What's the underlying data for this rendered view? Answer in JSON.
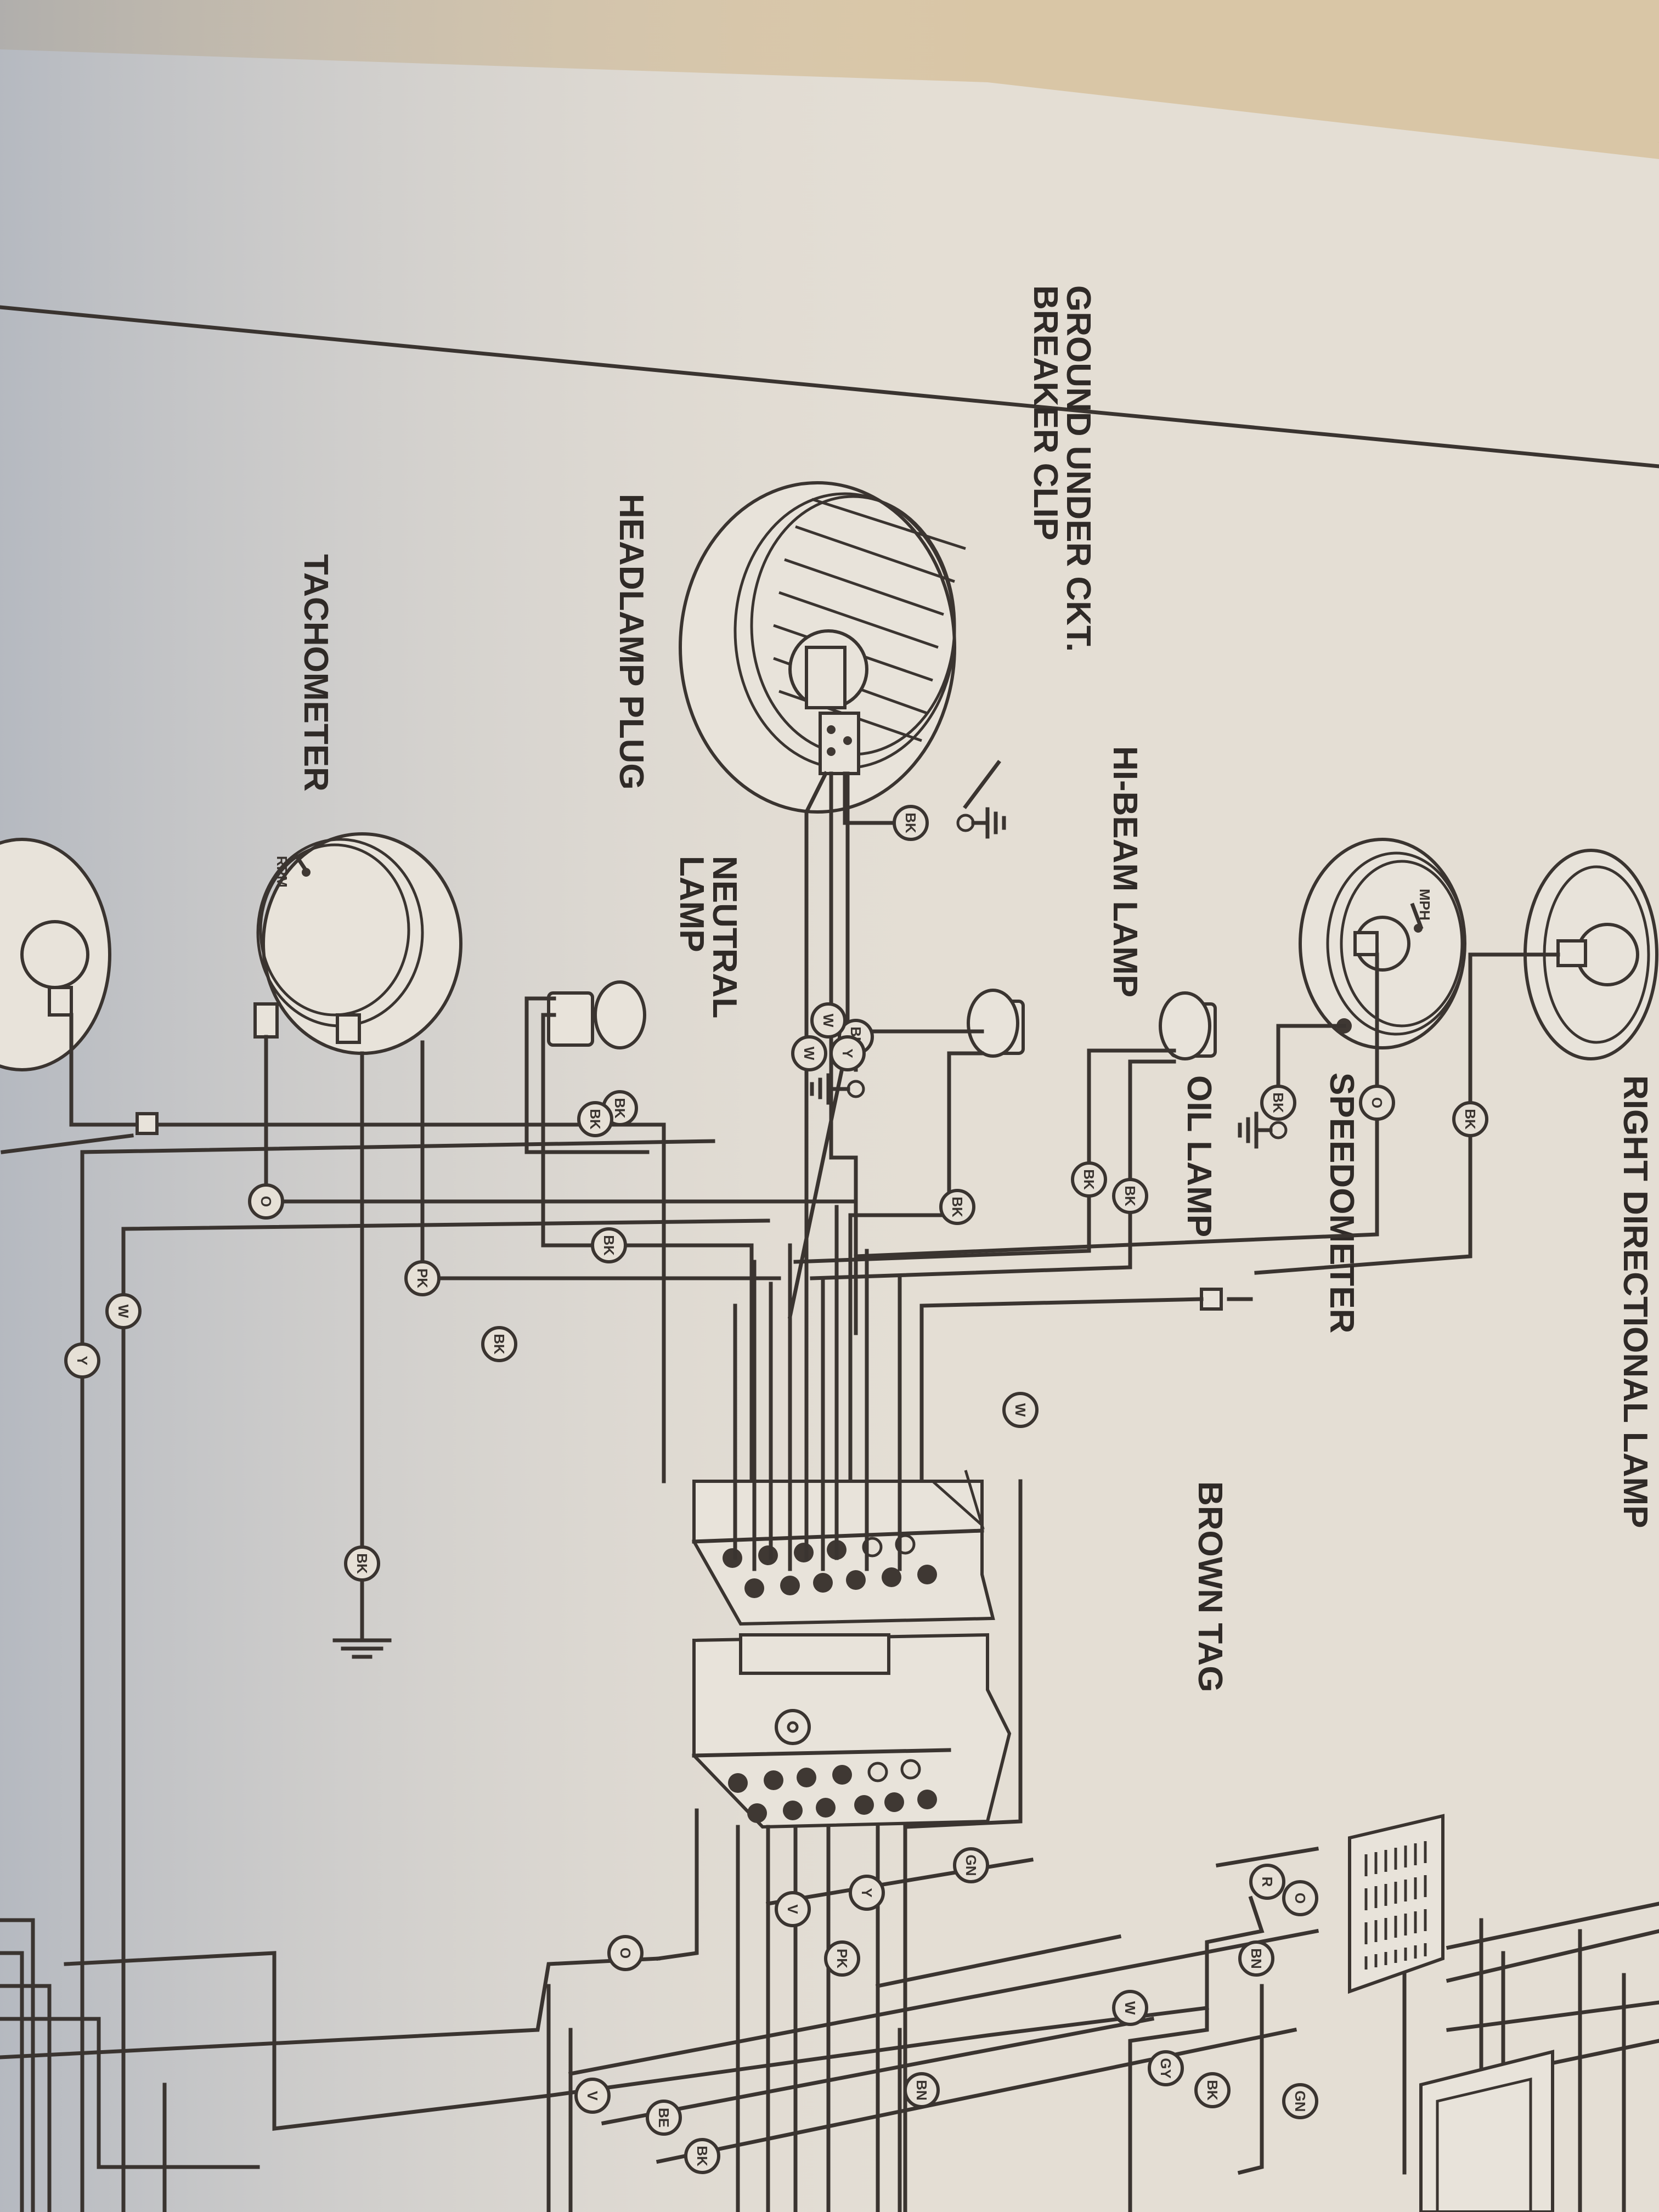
{
  "document": {
    "type": "motorcycle wiring diagram (photo of printed page, rotated)",
    "colors": {
      "paper": "#e4ded4",
      "ink": "#3a3430",
      "background_wood": "#6b2f18"
    }
  },
  "labels": {
    "right_directional_lamp": "RIGHT DIRECTIONAL LAMP",
    "speedometer": "SPEEDOMETER",
    "oil_lamp": "OIL LAMP",
    "hi_beam_lamp": "HI-BEAM LAMP",
    "ground_clip_line1": "GROUND UNDER CKT.",
    "ground_clip_line2": "BREAKER CLIP",
    "neutral_lamp_line1": "NEUTRAL",
    "neutral_lamp_line2": "LAMP",
    "headlamp_plug": "HEADLAMP PLUG",
    "tachometer": "TACHOMETER",
    "brown_tag": "BROWN TAG",
    "mph": "MPH",
    "rpm": "RPM"
  },
  "wire_tags": [
    {
      "id": "t1",
      "code": "BK"
    },
    {
      "id": "t2",
      "code": "O"
    },
    {
      "id": "t3",
      "code": "BK"
    },
    {
      "id": "t4",
      "code": "BK"
    },
    {
      "id": "t5",
      "code": "BK"
    },
    {
      "id": "t6",
      "code": "BK"
    },
    {
      "id": "t7",
      "code": "BK"
    },
    {
      "id": "t8",
      "code": "BK"
    },
    {
      "id": "t9",
      "code": "W"
    },
    {
      "id": "t10",
      "code": "W"
    },
    {
      "id": "t11",
      "code": "Y"
    },
    {
      "id": "t12",
      "code": "BK"
    },
    {
      "id": "t13",
      "code": "BK"
    },
    {
      "id": "t14",
      "code": "BK"
    },
    {
      "id": "t15",
      "code": "O"
    },
    {
      "id": "t16",
      "code": "PK"
    },
    {
      "id": "t17",
      "code": "BK"
    },
    {
      "id": "t18",
      "code": "W"
    },
    {
      "id": "t19",
      "code": "Y"
    },
    {
      "id": "t20",
      "code": "BK"
    },
    {
      "id": "t21",
      "code": "W"
    },
    {
      "id": "t22",
      "code": "GN"
    },
    {
      "id": "t23",
      "code": "Y"
    },
    {
      "id": "t24",
      "code": "V"
    },
    {
      "id": "t25",
      "code": "PK"
    },
    {
      "id": "t26",
      "code": "O"
    },
    {
      "id": "t27",
      "code": "R"
    },
    {
      "id": "t28",
      "code": "O"
    },
    {
      "id": "t29",
      "code": "BN"
    },
    {
      "id": "t30",
      "code": "W"
    },
    {
      "id": "t31",
      "code": "GY"
    },
    {
      "id": "t32",
      "code": "BK"
    },
    {
      "id": "t33",
      "code": "GN"
    },
    {
      "id": "t34",
      "code": "BN"
    },
    {
      "id": "t35",
      "code": "V"
    },
    {
      "id": "t36",
      "code": "BE"
    },
    {
      "id": "t37",
      "code": "BK"
    }
  ]
}
